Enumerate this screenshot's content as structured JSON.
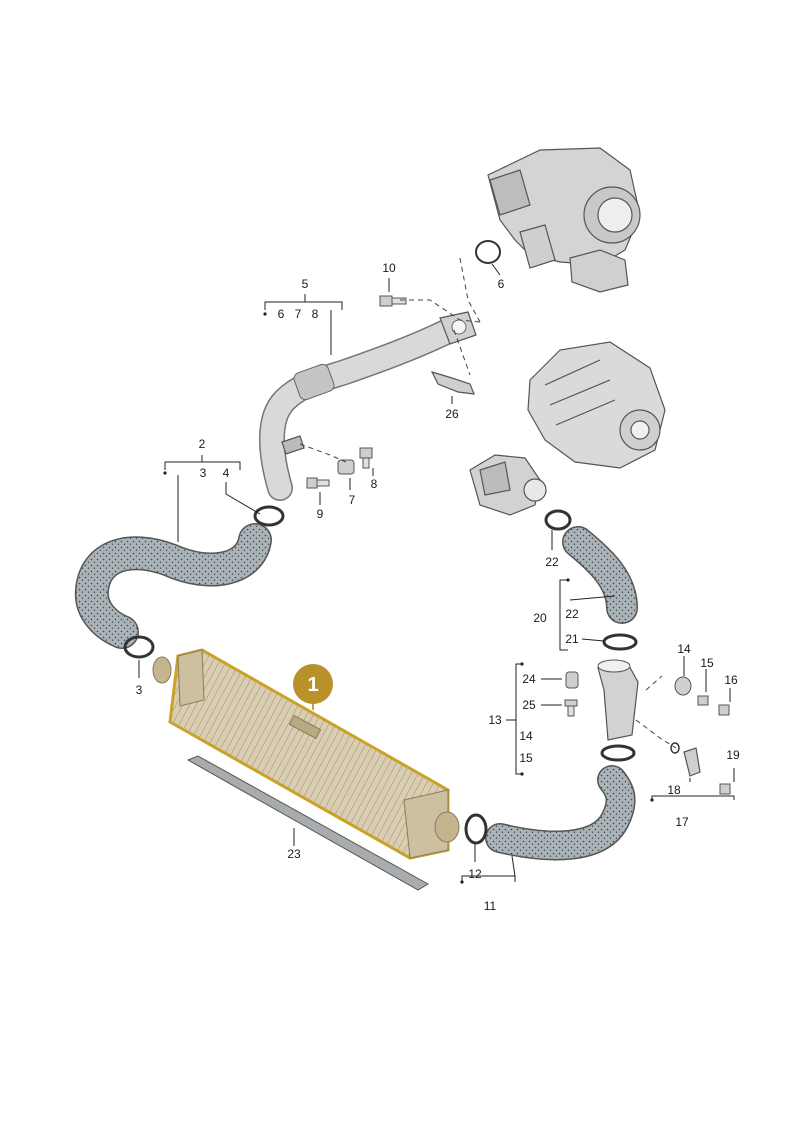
{
  "colors": {
    "highlight_outline": "#c9a227",
    "highlight_badge": "#b8912a",
    "badge_text": "#ffffff",
    "part_fill": "#d9d9d9",
    "cooler_fill": "#d8ccb0",
    "hose_fill": "#a8b0b5"
  },
  "callout": {
    "number": "1"
  },
  "labels": {
    "l2": "2",
    "l3a": "3",
    "l4": "4",
    "l3b": "3",
    "l5": "5",
    "l6a": "6",
    "l7a": "7",
    "l8a": "8",
    "l6b": "6",
    "l7b": "7",
    "l8b": "8",
    "l9": "9",
    "l10": "10",
    "l11": "11",
    "l12": "12",
    "l13": "13",
    "l14a": "14",
    "l14b": "14",
    "l15a": "15",
    "l15b": "15",
    "l16": "16",
    "l17": "17",
    "l18": "18",
    "l19": "19",
    "l20": "20",
    "l21": "21",
    "l22a": "22",
    "l22b": "22",
    "l23": "23",
    "l24": "24",
    "l25": "25",
    "l26": "26"
  }
}
